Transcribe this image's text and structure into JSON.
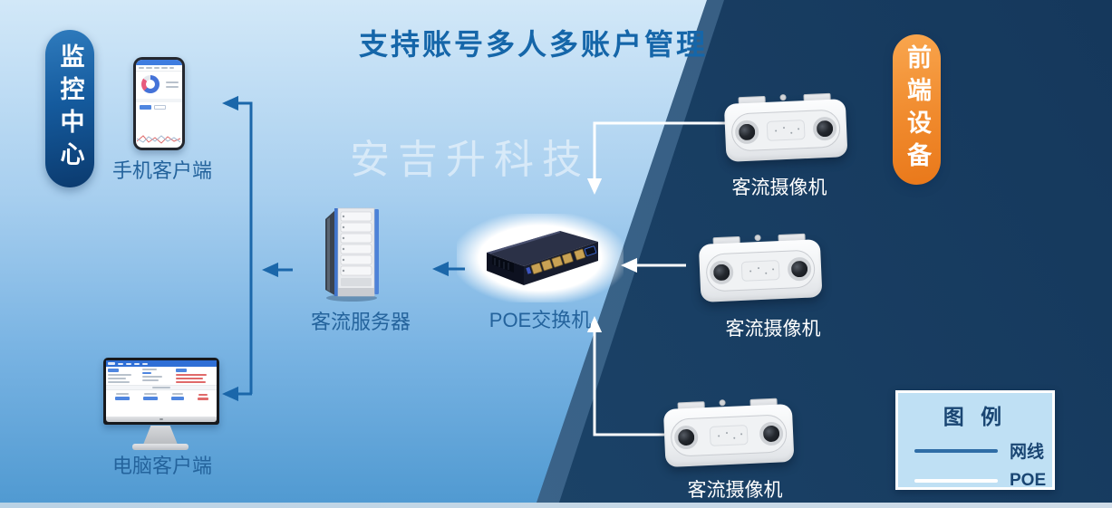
{
  "title": "支持账号多人多账户管理",
  "watermark": "安吉升科技",
  "badges": {
    "monitoring_center": "监控中心",
    "front_end_devices": "前端设备"
  },
  "nodes": {
    "phone": {
      "label": "手机客户端"
    },
    "pc": {
      "label": "电脑客户端"
    },
    "server": {
      "label": "客流服务器"
    },
    "poe_switch": {
      "label": "POE交换机"
    },
    "cameras": [
      {
        "label": "客流摄像机"
      },
      {
        "label": "客流摄像机"
      },
      {
        "label": "客流摄像机"
      }
    ]
  },
  "legend": {
    "title": "图 例",
    "items": [
      {
        "label": "网线",
        "color": "#2f6da6"
      },
      {
        "label": "POE",
        "color": "#ffffff"
      }
    ]
  },
  "connections": [
    {
      "from": "poe_switch",
      "to": "server",
      "type": "网线"
    },
    {
      "from": "server",
      "to": "phone",
      "type": "网线"
    },
    {
      "from": "server",
      "to": "pc",
      "type": "网线"
    },
    {
      "from": "camera-1",
      "to": "poe_switch",
      "type": "POE"
    },
    {
      "from": "camera-2",
      "to": "poe_switch",
      "type": "POE"
    },
    {
      "from": "camera-3",
      "to": "poe_switch",
      "type": "POE"
    }
  ],
  "colors": {
    "title_text": "#1566a9",
    "label_text": "#24639c",
    "camera_label_text": "#ffffff",
    "network_line": "#1b67aa",
    "poe_line": "#ffffff",
    "dark_region": "#1b4267",
    "light_region_top": "#d2e8f8",
    "light_region_bottom": "#4f99d1",
    "left_badge_top": "#2f7bbd",
    "left_badge_bottom": "#0b3a6e",
    "right_badge_top": "#f9a64e",
    "right_badge_bottom": "#e9781a"
  }
}
